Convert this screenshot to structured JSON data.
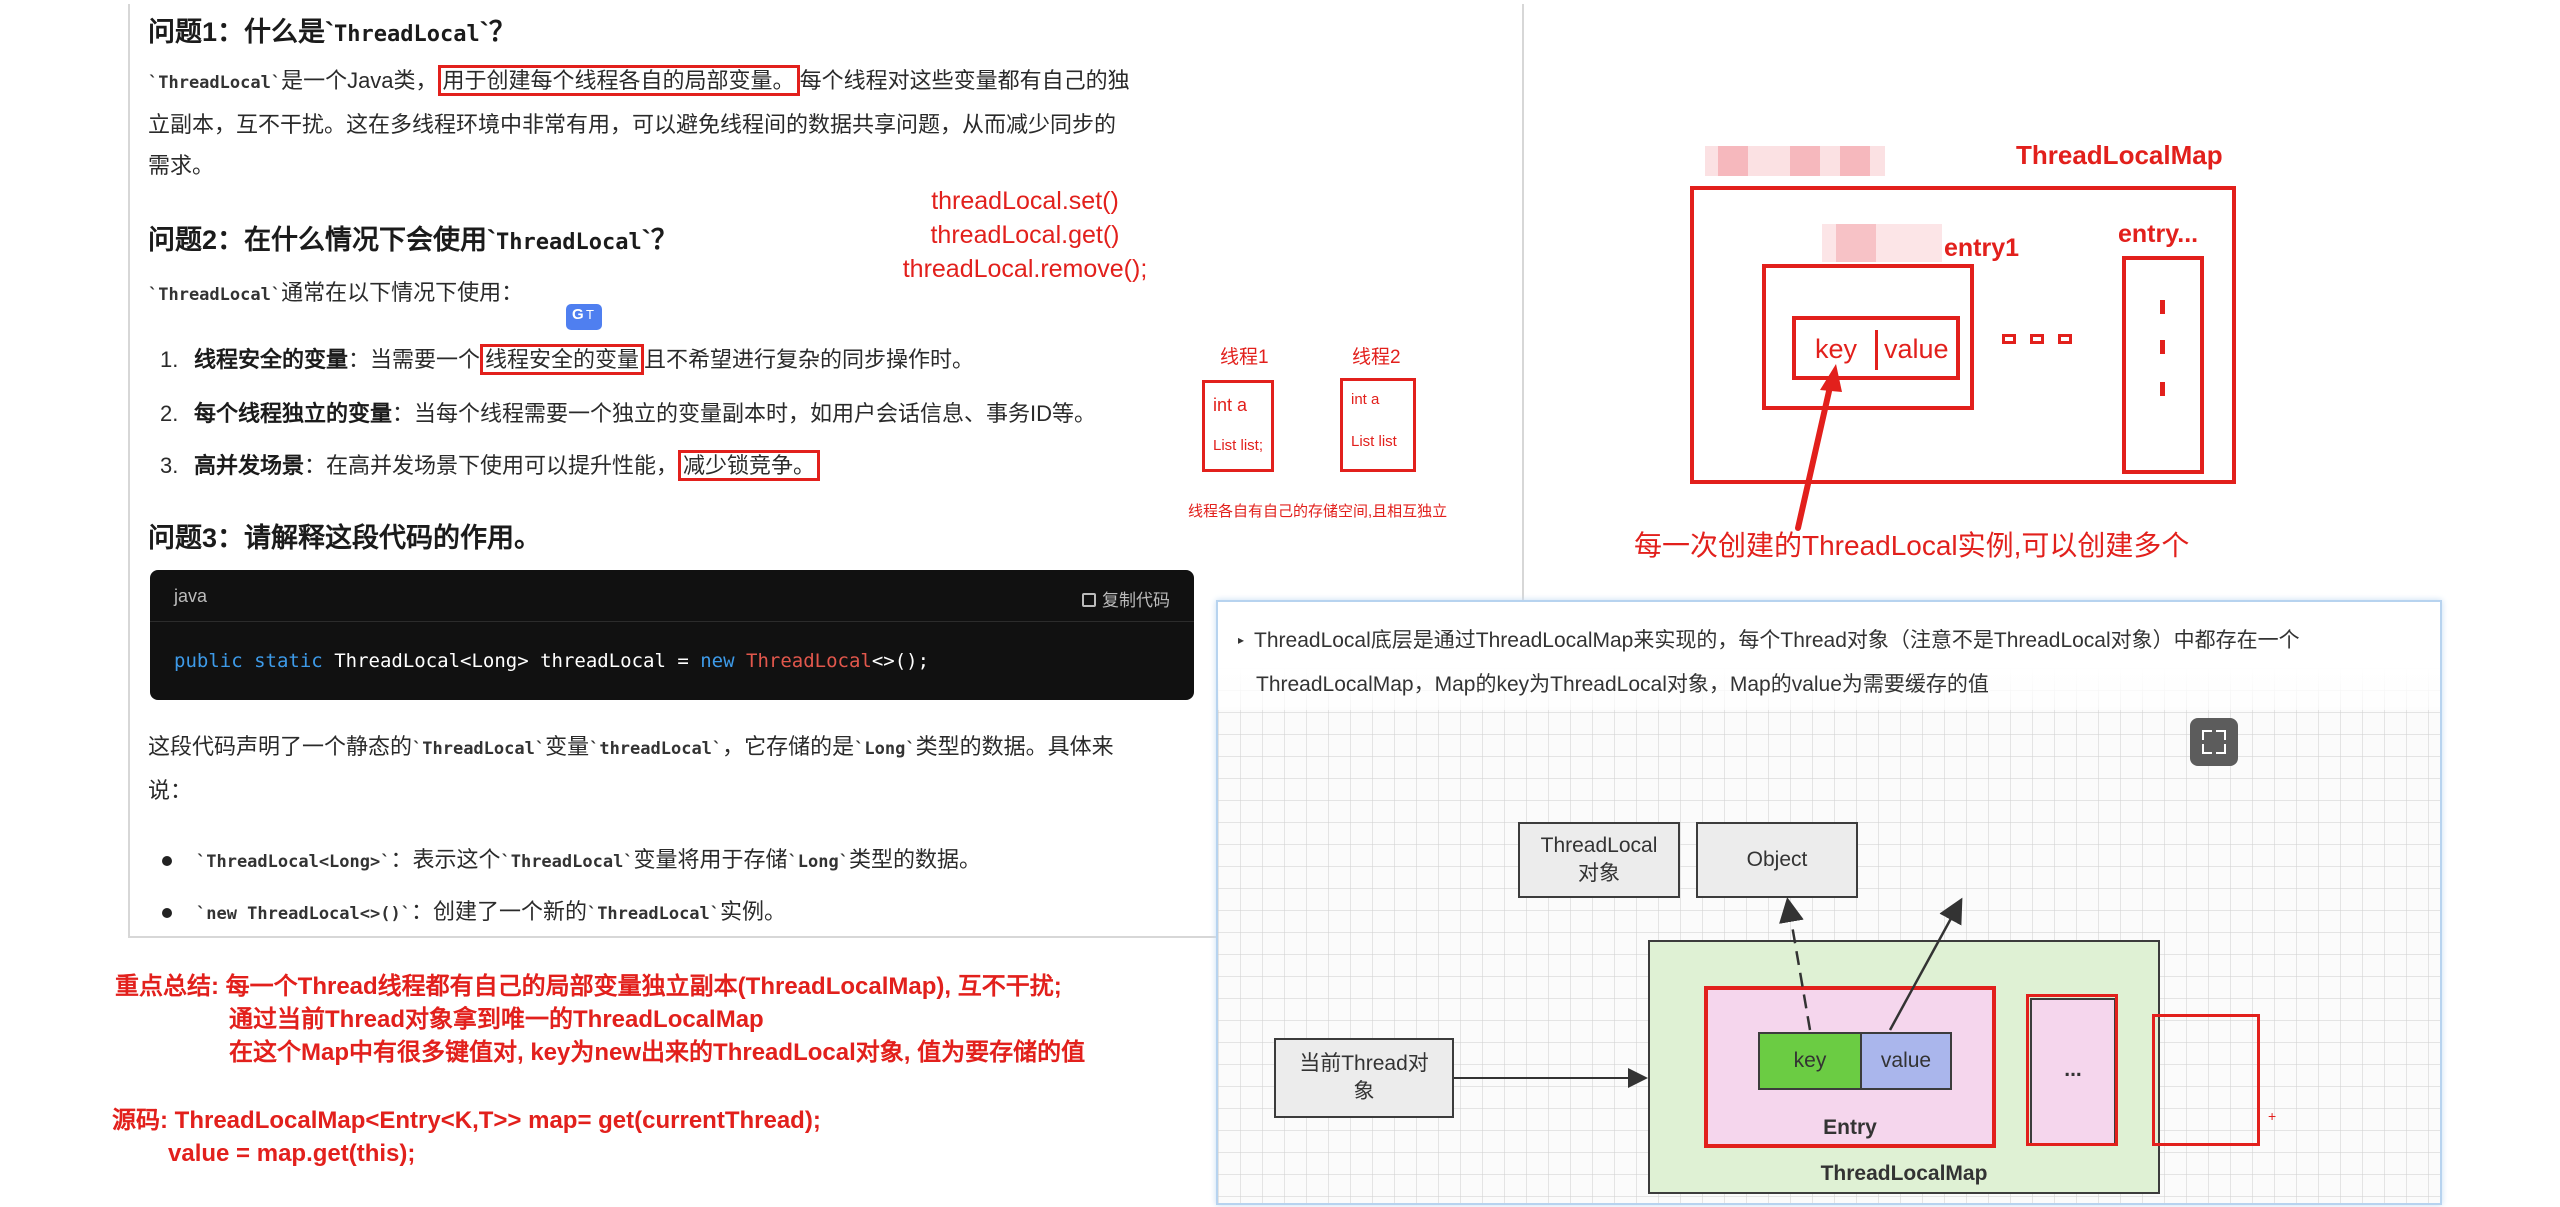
{
  "article": {
    "q1_title_prefix": "问题1：什么是`",
    "q1_title_code": "ThreadLocal",
    "q1_title_suffix": "`？",
    "q1_p_code": "`ThreadLocal`",
    "q1_p_a": "是一个Java类，",
    "q1_p_box": "用于创建每个线程各自的局部变量。",
    "q1_p_b": "每个线程对这些变量都有自己的独",
    "q1_p_line2": "立副本，互不干扰。这在多线程环境中非常有用，可以避免线程间的数据共享问题，从而减少同步的",
    "q1_p_line3": "需求。",
    "q2_title_prefix": "问题2：在什么情况下会使用`",
    "q2_title_code": "ThreadLocal",
    "q2_title_suffix": "`？",
    "q2_intro_code": "`ThreadLocal`",
    "q2_intro": "通常在以下情况下使用：",
    "q2_items": [
      {
        "num": "1.",
        "bold": "线程安全的变量",
        "a": "：当需要一个",
        "box": "线程安全的变量",
        "b": "且不希望进行复杂的同步操作时。"
      },
      {
        "num": "2.",
        "bold": "每个线程独立的变量",
        "a": "：当每个线程需要一个独立的变量副本时，如用户会话信息、事务ID等。",
        "box": "",
        "b": ""
      },
      {
        "num": "3.",
        "bold": "高并发场景",
        "a": "：在高并发场景下使用可以提升性能，",
        "box": "减少锁竞争。",
        "b": ""
      }
    ],
    "q3_title": "问题3：请解释这段代码的作用。",
    "code_lang": "java",
    "copy_label": "复制代码",
    "code": {
      "kw1": "public",
      "kw2": "static",
      "t1": "ThreadLocal<Long> threadLocal = ",
      "kw3": "new",
      "t2": "ThreadLocal",
      "t3": "<>();"
    },
    "explain_a": "这段代码声明了一个静态的",
    "explain_code1": "`ThreadLocal`",
    "explain_b": "变量",
    "explain_code2": "`threadLocal`",
    "explain_c": "，它存储的是",
    "explain_code3": "`Long`",
    "explain_d": "类型的数据。具体来",
    "explain_line2": "说：",
    "bullets": [
      {
        "code": "`ThreadLocal<Long>`",
        "a": "：表示这个",
        "code2": "`ThreadLocal`",
        "b": "变量将用于存储",
        "code3": "`Long`",
        "c": "类型的数据。"
      },
      {
        "code": "`new ThreadLocal<>()`",
        "a": "：创建了一个新的",
        "code2": "`ThreadLocal`",
        "b": "实例。",
        "code3": "",
        "c": ""
      }
    ]
  },
  "annotations": {
    "methods": [
      "threadLocal.set()",
      "threadLocal.get()",
      "threadLocal.remove();"
    ],
    "thread1": {
      "title": "线程1",
      "line1": "int a",
      "line2": "List list;"
    },
    "thread2": {
      "title": "线程2",
      "line1": "int a",
      "line2": "List list"
    },
    "threads_note": "线程各自有自己的存储空间,且相互独立",
    "summary_label": "重点总结:",
    "summary_lines": [
      "每一个Thread线程都有自己的局部变量独立副本(ThreadLocalMap), 互不干扰;",
      "通过当前Thread对象拿到唯一的ThreadLocalMap",
      "在这个Map中有很多键值对, key为new出来的ThreadLocal对象, 值为要存储的值"
    ],
    "source_label": "源码:",
    "source_lines": [
      "ThreadLocalMap<Entry<K,T>> map= get(currentThread);",
      "value = map.get(this);"
    ]
  },
  "sketch": {
    "map_title": "ThreadLocalMap",
    "entry1": "entry1",
    "entry_more": "entry...",
    "key": "key",
    "value": "value",
    "caption": "每一次创建的ThreadLocal实例,可以创建多个"
  },
  "screenshot": {
    "text_line1": "ThreadLocal底层是通过ThreadLocalMap来实现的，每个Thread对象（注意不是ThreadLocal对象）中都存在一个",
    "text_line2": "ThreadLocalMap，Map的key为ThreadLocal对象，Map的value为需要缓存的值",
    "diagram": {
      "threadlocal_obj_1": "ThreadLocal",
      "threadlocal_obj_2": "对象",
      "object": "Object",
      "current_thread_1": "当前Thread对",
      "current_thread_2": "象",
      "key": "key",
      "value": "value",
      "entry": "Entry",
      "more": "...",
      "map": "ThreadLocalMap"
    }
  }
}
